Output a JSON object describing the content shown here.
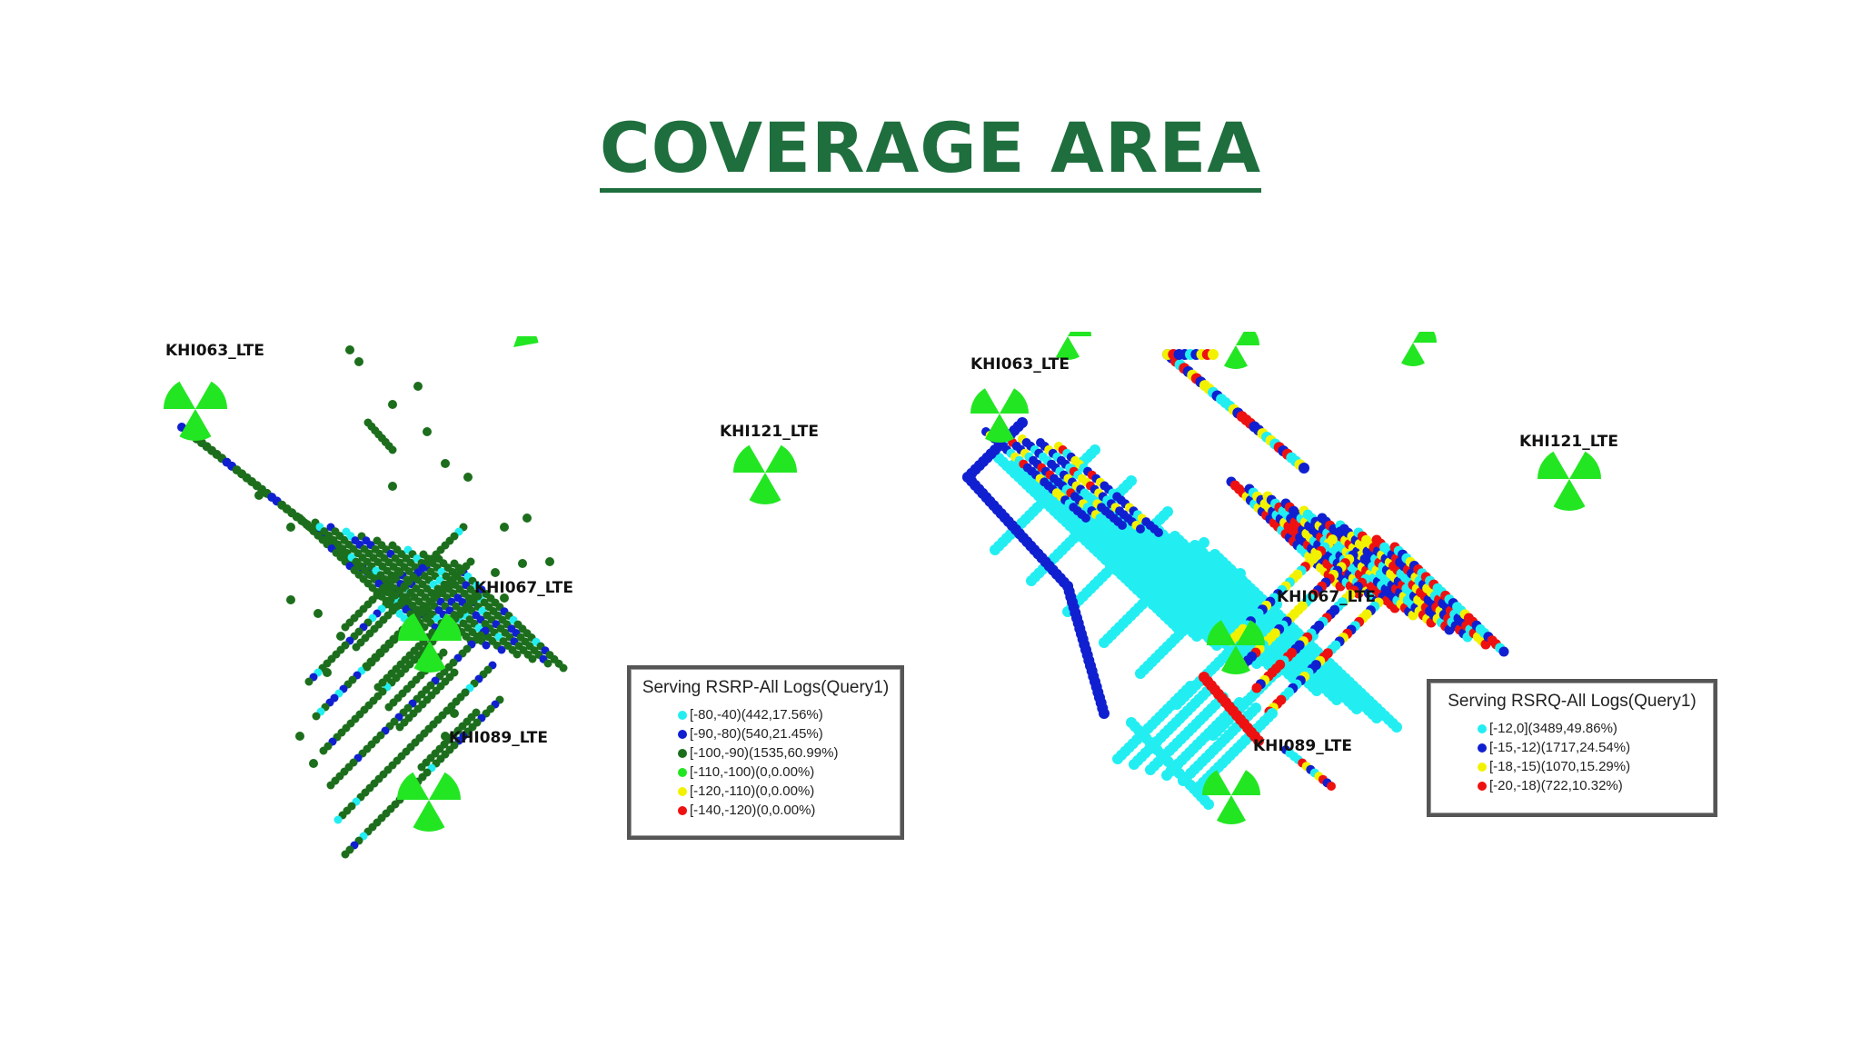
{
  "title": "COVERAGE AREA",
  "colors": {
    "title": "#1f6e3e",
    "sector": "#22e622",
    "darkgreen": "#1c6e1c",
    "cyan": "#22eef2",
    "blue": "#1020d0",
    "yellow": "#f2f200",
    "red": "#ee1111"
  },
  "rsrp_map": {
    "sites": [
      "KHI063_LTE",
      "KHI121_LTE",
      "KHI067_LTE",
      "KHI089_LTE"
    ],
    "legend": {
      "title": "Serving RSRP-All Logs(Query1)",
      "items": [
        {
          "label": "[-80,-40)(442,17.56%)",
          "color": "#22eef2"
        },
        {
          "label": "[-90,-80)(540,21.45%)",
          "color": "#1020d0"
        },
        {
          "label": "[-100,-90)(1535,60.99%)",
          "color": "#1c6e1c"
        },
        {
          "label": "[-110,-100)(0,0.00%)",
          "color": "#22e622"
        },
        {
          "label": "[-120,-110)(0,0.00%)",
          "color": "#f2f200"
        },
        {
          "label": "[-140,-120)(0,0.00%)",
          "color": "#ee1111"
        }
      ]
    }
  },
  "rsrq_map": {
    "sites": [
      "KHI063_LTE",
      "KHI121_LTE",
      "KHI067_LTE",
      "KHI089_LTE"
    ],
    "legend": {
      "title": "Serving RSRQ-All Logs(Query1)",
      "items": [
        {
          "label": "[-12,0](3489,49.86%)",
          "color": "#22eef2"
        },
        {
          "label": "[-15,-12)(1717,24.54%)",
          "color": "#1020d0"
        },
        {
          "label": "[-18,-15)(1070,15.29%)",
          "color": "#f2f200"
        },
        {
          "label": "[-20,-18)(722,10.32%)",
          "color": "#ee1111"
        }
      ]
    }
  }
}
